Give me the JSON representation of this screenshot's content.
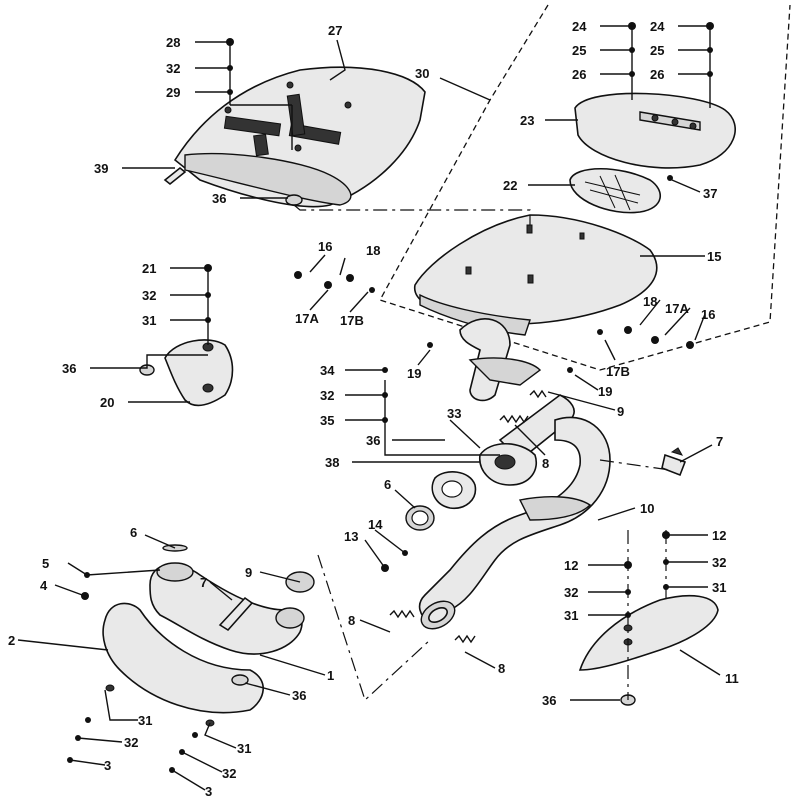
{
  "callouts": [
    {
      "id": "c28a",
      "text": "28"
    },
    {
      "id": "c32a",
      "text": "32"
    },
    {
      "id": "c29",
      "text": "29"
    },
    {
      "id": "c27",
      "text": "27"
    },
    {
      "id": "c30",
      "text": "30"
    },
    {
      "id": "c39",
      "text": "39"
    },
    {
      "id": "c36a",
      "text": "36"
    },
    {
      "id": "c24a",
      "text": "24"
    },
    {
      "id": "c25a",
      "text": "25"
    },
    {
      "id": "c26a",
      "text": "26"
    },
    {
      "id": "c24b",
      "text": "24"
    },
    {
      "id": "c25b",
      "text": "25"
    },
    {
      "id": "c26b",
      "text": "26"
    },
    {
      "id": "c23",
      "text": "23"
    },
    {
      "id": "c22",
      "text": "22"
    },
    {
      "id": "c37",
      "text": "37"
    },
    {
      "id": "c15",
      "text": "15"
    },
    {
      "id": "c16a",
      "text": "16"
    },
    {
      "id": "c18a",
      "text": "18"
    },
    {
      "id": "c17Aa",
      "text": "17A"
    },
    {
      "id": "c17Ba",
      "text": "17B"
    },
    {
      "id": "c18b",
      "text": "18"
    },
    {
      "id": "c17Ab",
      "text": "17A"
    },
    {
      "id": "c16b",
      "text": "16"
    },
    {
      "id": "c17Bb",
      "text": "17B"
    },
    {
      "id": "c21",
      "text": "21"
    },
    {
      "id": "c32b",
      "text": "32"
    },
    {
      "id": "c31a",
      "text": "31"
    },
    {
      "id": "c36b",
      "text": "36"
    },
    {
      "id": "c20",
      "text": "20"
    },
    {
      "id": "c19a",
      "text": "19"
    },
    {
      "id": "c19b",
      "text": "19"
    },
    {
      "id": "c9a",
      "text": "9"
    },
    {
      "id": "c34",
      "text": "34"
    },
    {
      "id": "c32c",
      "text": "32"
    },
    {
      "id": "c35",
      "text": "35"
    },
    {
      "id": "c33",
      "text": "33"
    },
    {
      "id": "c36c",
      "text": "36"
    },
    {
      "id": "c8a",
      "text": "8"
    },
    {
      "id": "c38",
      "text": "38"
    },
    {
      "id": "c7a",
      "text": "7"
    },
    {
      "id": "c6a",
      "text": "6"
    },
    {
      "id": "c10",
      "text": "10"
    },
    {
      "id": "c14",
      "text": "14"
    },
    {
      "id": "c13",
      "text": "13"
    },
    {
      "id": "c12a",
      "text": "12"
    },
    {
      "id": "c32d",
      "text": "32"
    },
    {
      "id": "c31b",
      "text": "31"
    },
    {
      "id": "c12b",
      "text": "12"
    },
    {
      "id": "c32e",
      "text": "32"
    },
    {
      "id": "c31c",
      "text": "31"
    },
    {
      "id": "c11",
      "text": "11"
    },
    {
      "id": "c36d",
      "text": "36"
    },
    {
      "id": "c6b",
      "text": "6"
    },
    {
      "id": "c5",
      "text": "5"
    },
    {
      "id": "c4",
      "text": "4"
    },
    {
      "id": "c7b",
      "text": "7"
    },
    {
      "id": "c9b",
      "text": "9"
    },
    {
      "id": "c2",
      "text": "2"
    },
    {
      "id": "c1",
      "text": "1"
    },
    {
      "id": "c36e",
      "text": "36"
    },
    {
      "id": "c8b",
      "text": "8"
    },
    {
      "id": "c8c",
      "text": "8"
    },
    {
      "id": "c31d",
      "text": "31"
    },
    {
      "id": "c32f",
      "text": "32"
    },
    {
      "id": "c3a",
      "text": "3"
    },
    {
      "id": "c31e",
      "text": "31"
    },
    {
      "id": "c32g",
      "text": "32"
    },
    {
      "id": "c3b",
      "text": "3"
    }
  ]
}
